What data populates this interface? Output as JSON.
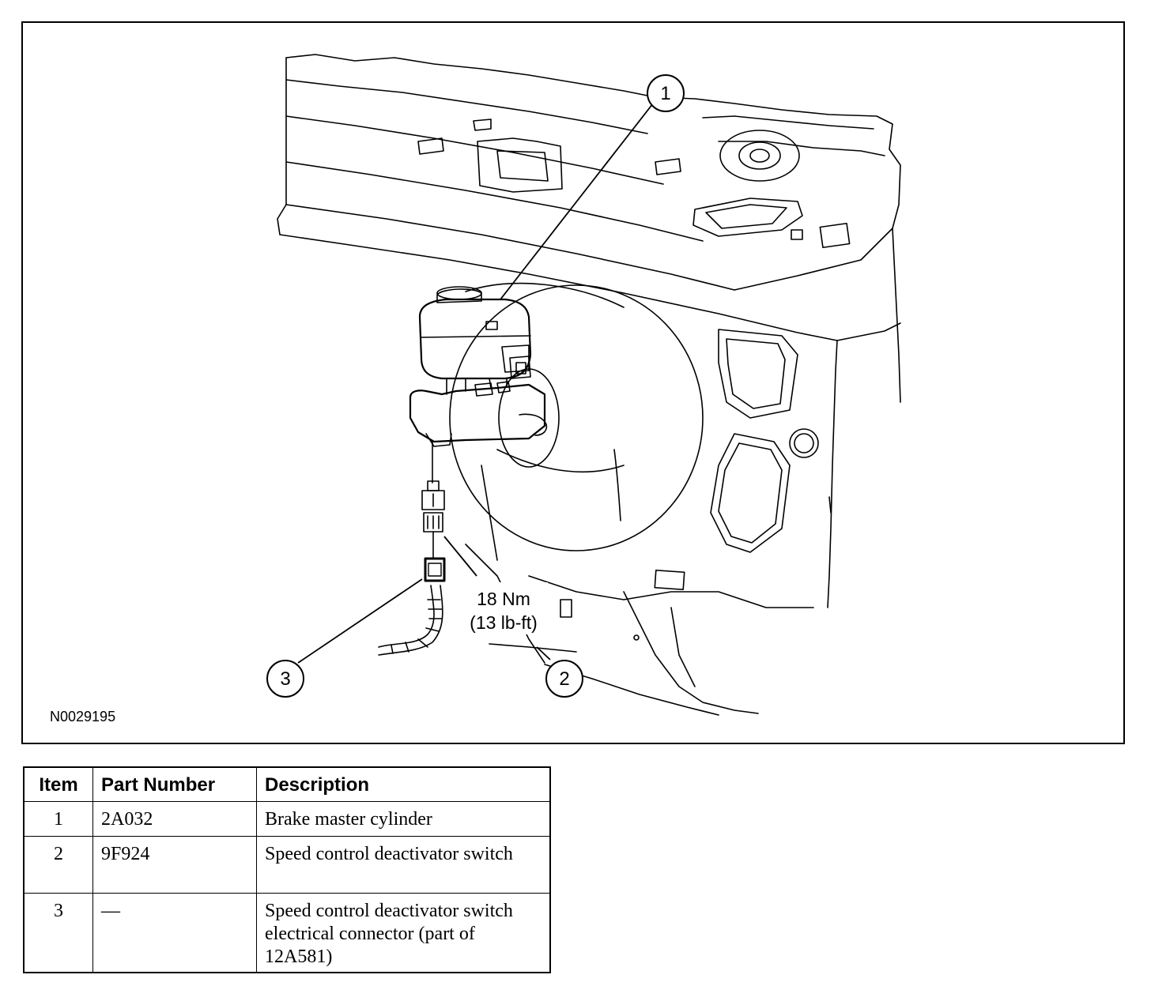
{
  "figure": {
    "figure_id": "N0029195",
    "torque_line1": "18 Nm",
    "torque_line2": "(13 lb-ft)",
    "callouts": [
      "1",
      "2",
      "3"
    ]
  },
  "table": {
    "headers": {
      "item": "Item",
      "part_number": "Part Number",
      "description": "Description"
    },
    "rows": [
      {
        "item": "1",
        "part_number": "2A032",
        "description": "Brake master cylinder"
      },
      {
        "item": "2",
        "part_number": "9F924",
        "description": "Speed control deactivator switch"
      },
      {
        "item": "3",
        "part_number": "—",
        "description": "Speed control deactivator switch electrical connector (part of 12A581)"
      }
    ]
  }
}
